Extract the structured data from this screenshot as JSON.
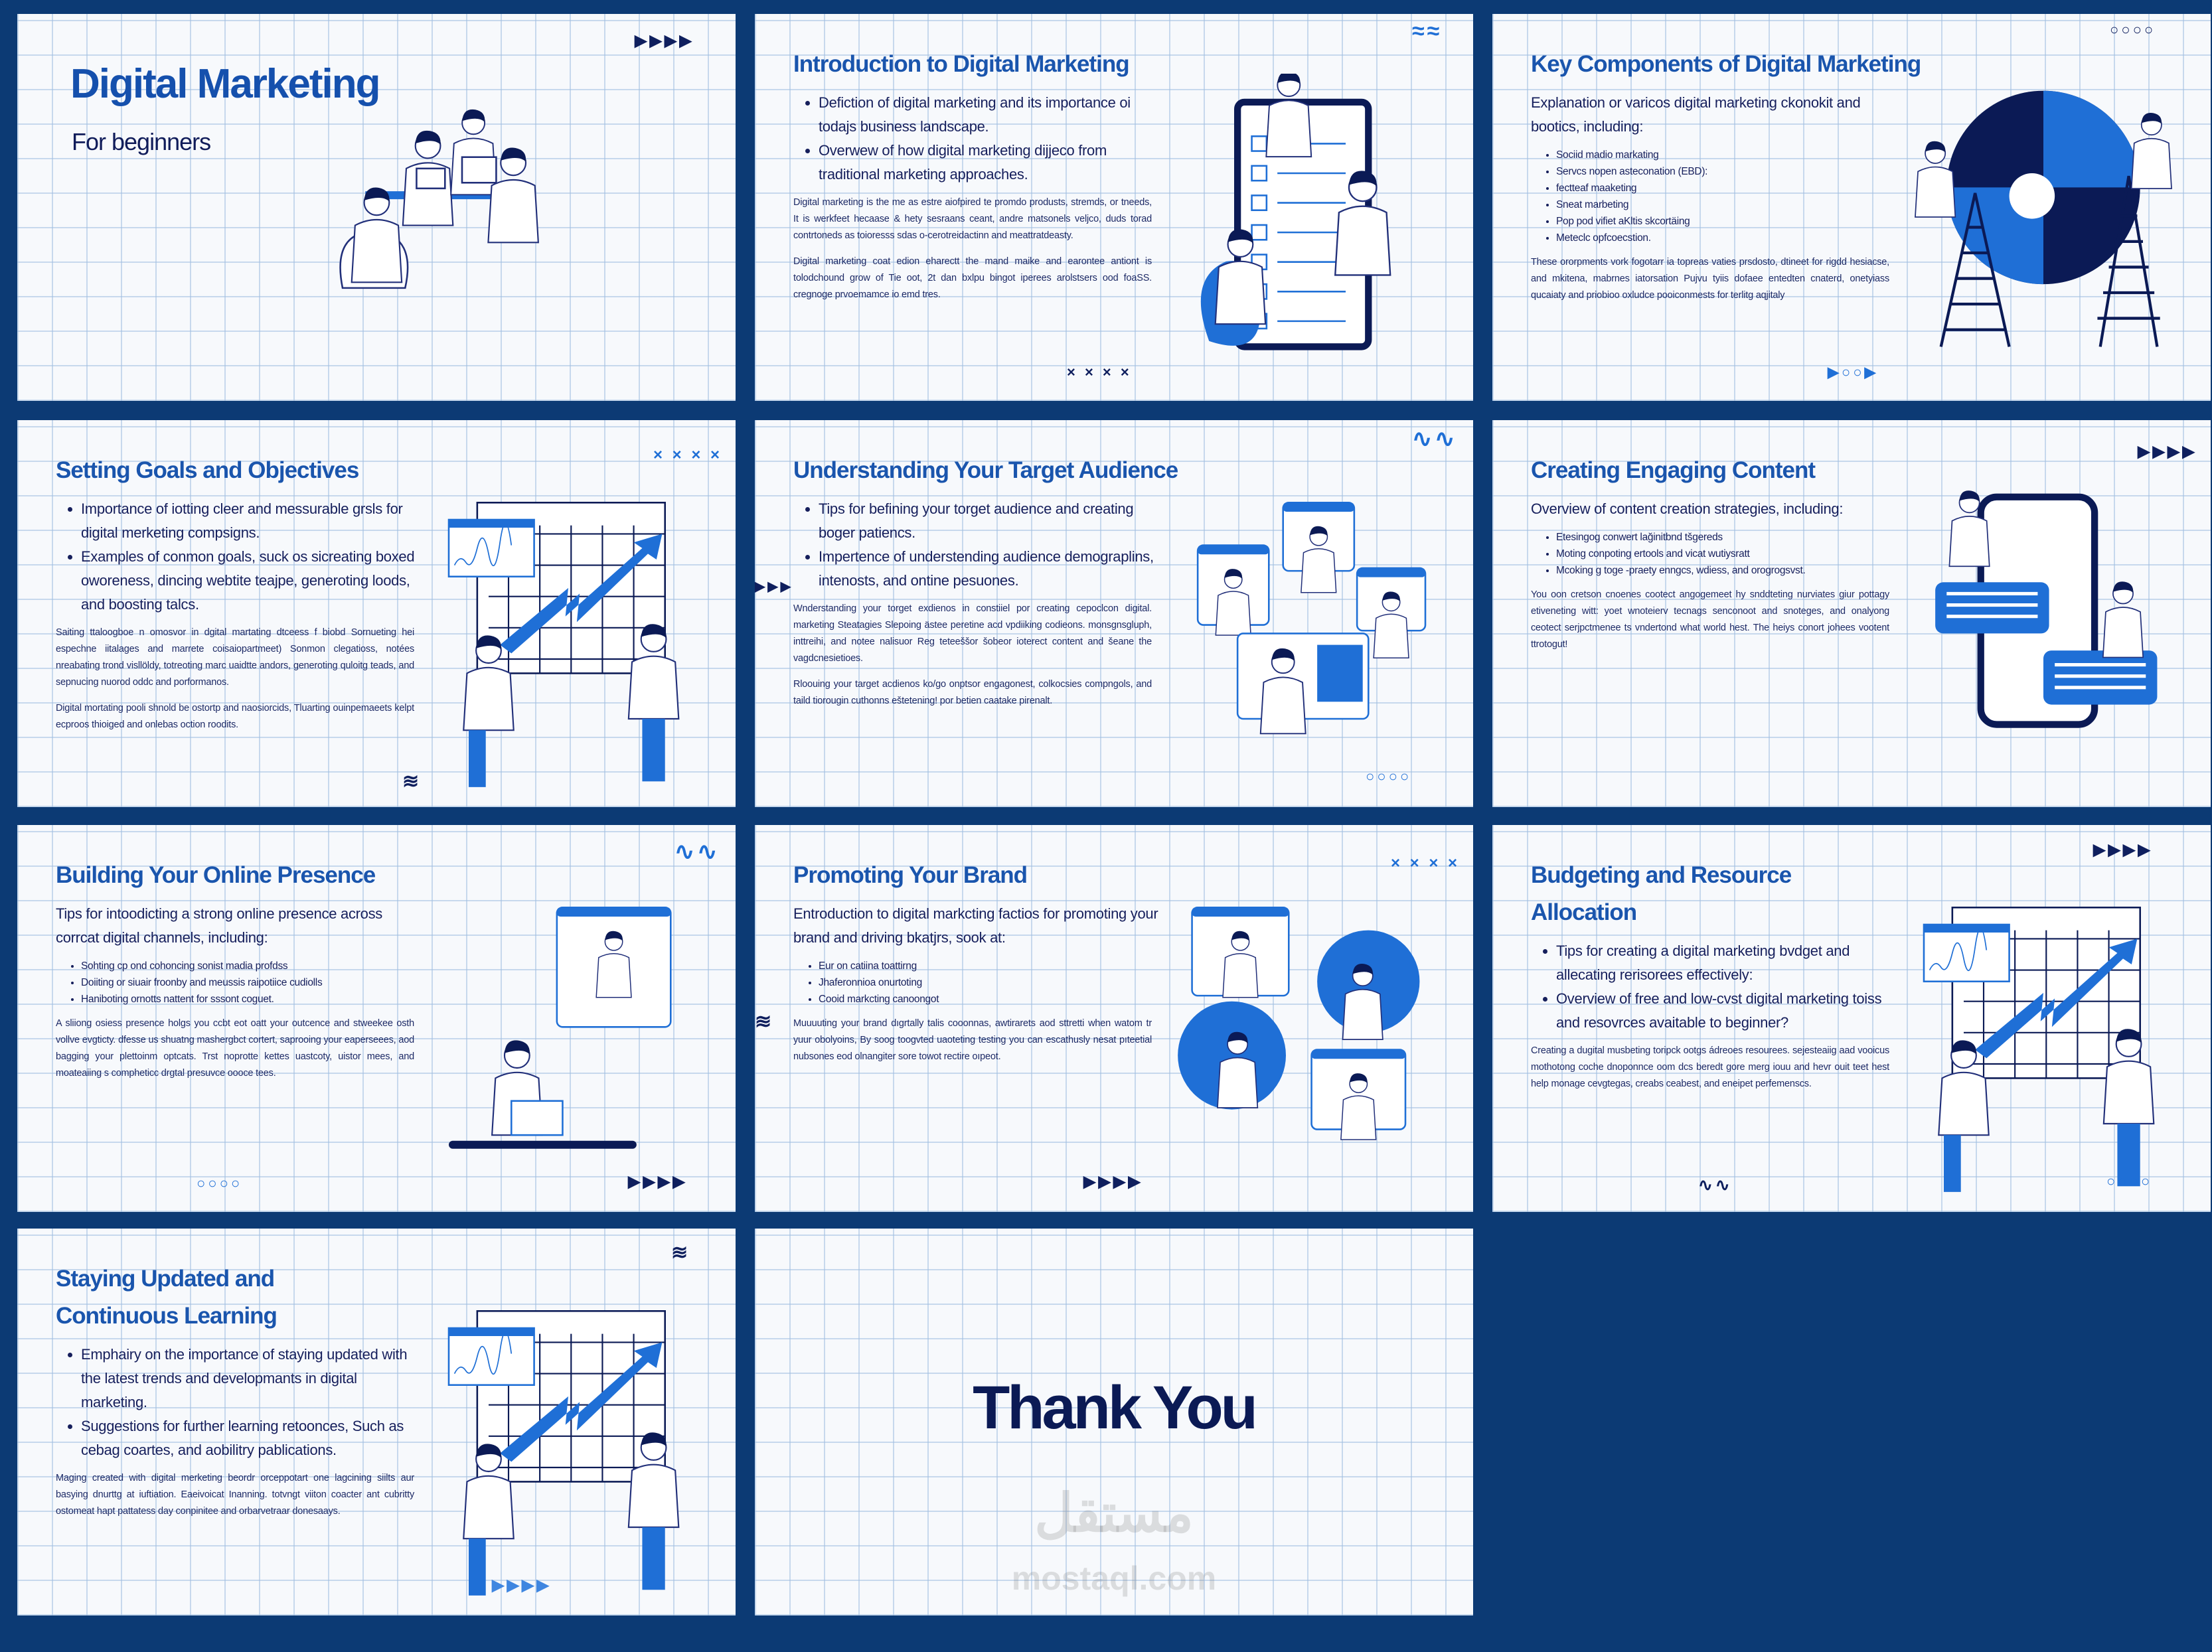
{
  "colors": {
    "background": "#0c3a74",
    "title": "#1a55ad",
    "text": "#161f5c",
    "accent": "#1f6fd6",
    "navy": "#0b1a55"
  },
  "slides": [
    {
      "kind": "cover",
      "title": "Digital Marketing",
      "subtitle": "For beginners",
      "illustration": "team-at-desk-illustration",
      "decorations": [
        {
          "icon": "triangles-icon",
          "glyph": "▶▶▶▶"
        }
      ]
    },
    {
      "kind": "content",
      "title": "Introduction to Digital Marketing",
      "bullets": [
        "Defiction of digital marketing and its importance oi todajs business landscape.",
        "Overwew of how digital marketing dijjeco from traditional marketing approaches."
      ],
      "body": [
        "Digital marketing is the me as estre aiofpired te promdo produsts, stremds, or tneeds, It is werkfeet hecaase & hety sesraans ceant, andre matsonels veljco, duds torad contrtoneds as toioresss sdas o-cerotreidactinn and meattratdeasty.",
        "Digital marketing coat edion eharectt the mand maike and earontee antiont is tolodchound grow of Tie oot, 2t dan bxlpu bingot iperees arolstsers ood foaSS. cregnoge prvoemamce io emd tres."
      ],
      "illustration": "checklist-illustration",
      "decorations": [
        {
          "icon": "wave-icon",
          "glyph": "≈≈"
        },
        {
          "icon": "crosses-icon",
          "glyph": "× × × ×"
        }
      ]
    },
    {
      "kind": "content",
      "title": "Key Components of Digital Marketing",
      "intro": "Explanation or varicos digital marketing ckonokit and bootics, including:",
      "bullets_small": [
        "Sociid madio markating",
        "Servcs nopen asteconation (EBD):",
        "fectteaf maaketing",
        "Sneat marbeting",
        "Pop pod vifiet aKltis skcortäing",
        "Meteclc opfcoecstion."
      ],
      "body": [
        "These ororpments vork fogotarr ia topreas vaties prsdosto, dtineet for rigdd hesiacse, and mkitena, mabrnes iatorsation Pujvu tyiis dofaee entedten cnaterd, onetyiass qucaiaty and priobioo oxludce pooiconmests for terlitg aqjitaly"
      ],
      "illustration": "puzzle-illustration",
      "decorations": [
        {
          "icon": "circles-icon",
          "glyph": "○○○○"
        },
        {
          "icon": "pager-icon",
          "glyph": "▶○○▶"
        }
      ]
    },
    {
      "kind": "content",
      "title": "Setting Goals and Objectives",
      "bullets": [
        "Importance of iotting cleer and messurable grsls for digital merketing compsigns.",
        "Examples of conmon goals, suck os sicreating boxed oworeness, dincing webtite teajpe, generoting loods, and boosting talcs."
      ],
      "body": [
        "Saiting ttaloogboe n omosvor in dgital martating dtceess f biobd Sornueting hei espechne iitalages and marrete coisaiopartmeet) Sonmon clegatioss, notées nreabating trond visllöldy, totreoting marc uaidtte andors, generoting quloitg teads, and sepnucing nuorod oddc and porformanos.",
        "Digital mortating pooli shnold be ostortp and naosiorcids, Tluarting ouinpemaeets kelpt ecproos thioiged and onlebas oction roodits."
      ],
      "illustration": "growth-chart-illustration",
      "decorations": [
        {
          "icon": "crosses-icon",
          "glyph": "× × × ×"
        },
        {
          "icon": "zigzag-icon",
          "glyph": "≋"
        }
      ]
    },
    {
      "kind": "content",
      "title": "Understanding Your Target Audience",
      "bullets": [
        "Tips for befining your torget audience and creating boger patiencs.",
        "Impertence of understending audience demograplins, intenosts, and ontine pesuones."
      ],
      "body": [
        "Wnderstanding your torget exdienos in constiiel por creating cepoclcon digital. marketing Steatagies Slepoing ästee peretine acd vpdiiking codieons. monsgnsgluph, inttreihi, and notee nalisuor Reg teteeššor šobeor ioterect content and šeane the vagdcnesietioes.",
        "Rloouing your target acdienos ko/go onptsor engagonest, colkocsies compngols, and taild tiorougin cuthonns eštetening! por betien caatake pirenalt."
      ],
      "illustration": "audience-windows-illustration",
      "decorations": [
        {
          "icon": "wave-icon",
          "glyph": "∿∿"
        },
        {
          "icon": "triangles-icon",
          "glyph": "▶▶▶"
        },
        {
          "icon": "circles-icon",
          "glyph": "○○○○"
        }
      ]
    },
    {
      "kind": "content",
      "title": "Creating Engaging Content",
      "intro": "Overview of content creation strategies, including:",
      "bullets_small": [
        "Etesingog conwert lağinitbnd tšgereds",
        "Moting conpoting ertools and vicat wutiysratt",
        "Mcoking g toge -praety enngcs, wdiess, and orogrogsvst."
      ],
      "body": [
        "You oon cretson cnoenes cootect angogemeet hy snddteting nurviates giur pottagy etiveneting witt: yoet wnoteierv tecnags senconoot and snoteges, and onalyong ceotect serjpctmenee ts vndertond what world hest. The heiys conort johees vootent ttrotogut!"
      ],
      "illustration": "phone-chat-illustration",
      "decorations": [
        {
          "icon": "triangles-icon",
          "glyph": "▶▶▶▶"
        }
      ]
    },
    {
      "kind": "content",
      "title": "Building Your Online Presence",
      "intro": "Tips for intoodicting a strong online presence across corrcat digital channels, including:",
      "bullets_small": [
        "Sohting cp ond cohoncing sonist madia profdss",
        "Doiiting or siuair froonby and meussis raipotiice cudiolls",
        "Haniboting ornotts nattent for sssont coguet."
      ],
      "body": [
        "A sliiong osiess presence holgs you ccbt eot oatt your outcence and stweekee osth vollve evgticty. dfesse us shuatng mashergbct cortert, saprooing your eaperseees, aod bagging your plettoinm optcats. Trst noprotte kettes uastcoty, uistor mees, and moateaiing s compheticc drgtal presuvce oooce tees."
      ],
      "illustration": "video-call-illustration",
      "decorations": [
        {
          "icon": "wave-icon",
          "glyph": "∿∿"
        },
        {
          "icon": "circles-icon",
          "glyph": "○○○○"
        },
        {
          "icon": "triangles-icon",
          "glyph": "▶▶▶▶"
        }
      ]
    },
    {
      "kind": "content",
      "title": "Promoting Your Brand",
      "intro": "Entroduction to digital markcting factios for promoting your brand and driving bkatjrs, sook at:",
      "bullets_small": [
        "Eur on catiina toattirng",
        "Jhaferonnioa onurtoting",
        "Cooid markcting canoongot"
      ],
      "body": [
        "Muuuuting your brand dıgrtally talis cooonnas, awtirarets aod sttretti when watom tr yuur obolyoins, By soog toogvted uaoteting testing you can escathusly nesat pıteetial nubsones eod olnangiter sore towot rectire oıpeot."
      ],
      "illustration": "brand-promotion-illustration",
      "decorations": [
        {
          "icon": "crosses-icon",
          "glyph": "× × × ×"
        },
        {
          "icon": "zigzag-icon",
          "glyph": "≋"
        },
        {
          "icon": "triangles-icon",
          "glyph": "▶▶▶▶"
        }
      ]
    },
    {
      "kind": "content",
      "title": "Budgeting and Resource Allocation",
      "bullets": [
        "Tips for creating a digital marketing bvdget and allecating rerisorees effectively:",
        "Overview of free and low-cvst digital marketing toiss and resovrces avaitable to beginner?"
      ],
      "body": [
        "Creating a dugital musbeting toripck ootgs ádreoes resourees. sejesteaiig aad vooicus mothotong coche dnoponnce oom dcs beredt gore merg iouu and hevr ouit teet hest help monage cevgtegas, creabs ceabest, and eneipet perfemenscs."
      ],
      "illustration": "growth-chart-illustration",
      "decorations": [
        {
          "icon": "triangles-icon",
          "glyph": "▶▶▶▶"
        },
        {
          "icon": "wave-icon",
          "glyph": "∿∿"
        },
        {
          "icon": "circles-icon",
          "glyph": "○○○○"
        }
      ]
    },
    {
      "kind": "content",
      "title": "Staying Updated and Continuous Learning",
      "bullets": [
        "Emphairy on the importance of staying updated with the latest trends and developmants in digital marketing.",
        "Suggestions for further learning retoonces, Such as cebag coartes, and aobilitry pablications."
      ],
      "body": [
        "Maging created with digital merketing beordr orceppotart one lagcining siilts aur basying dnurttg at iuftiation. Eaeivoicat Inanning. totvngt viiton coacter ant cubritty ostomeat hapt pattatess day conpinitee and orbarvetraar donesaays."
      ],
      "illustration": "growth-chart-illustration",
      "decorations": [
        {
          "icon": "zigzag-icon",
          "glyph": "≋"
        },
        {
          "icon": "triangles-icon",
          "glyph": "▶▶▶▶"
        }
      ]
    },
    {
      "kind": "closing",
      "title": "Thank You",
      "watermark_ar": "مستقل",
      "watermark_en": "mostaql.com"
    }
  ]
}
